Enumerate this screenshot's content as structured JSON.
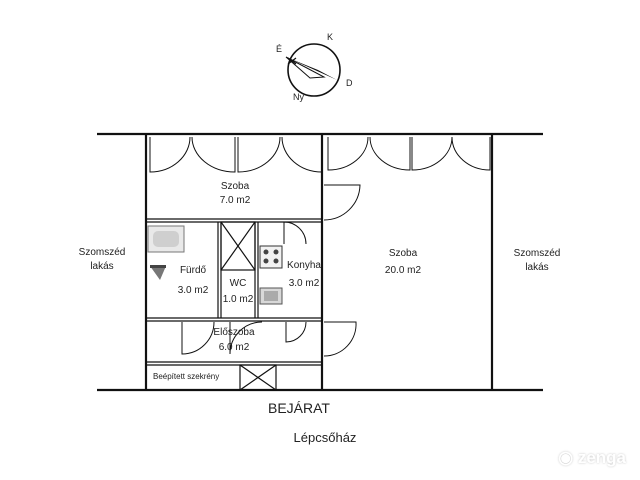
{
  "compass": {
    "north": "É",
    "east": "K",
    "south": "D",
    "west": "Ny"
  },
  "rooms": {
    "room_small": {
      "name": "Szoba",
      "area": "7.0 m2"
    },
    "room_large": {
      "name": "Szoba",
      "area": "20.0 m2"
    },
    "bathroom": {
      "name": "Fürdő",
      "area": "3.0 m2"
    },
    "wc": {
      "name": "WC",
      "area": "1.0 m2"
    },
    "kitchen": {
      "name": "Konyha",
      "area": "3.0 m2"
    },
    "hall": {
      "name": "Előszoba",
      "area": "6.0 m2"
    },
    "closet": {
      "name": "Beépített szekrény"
    }
  },
  "neighbors": {
    "left": [
      "Szomszéd",
      "lakás"
    ],
    "right": [
      "Szomszéd",
      "lakás"
    ]
  },
  "entrance": "BEJÁRAT",
  "stairwell": "Lépcsőház",
  "watermark": "zenga"
}
